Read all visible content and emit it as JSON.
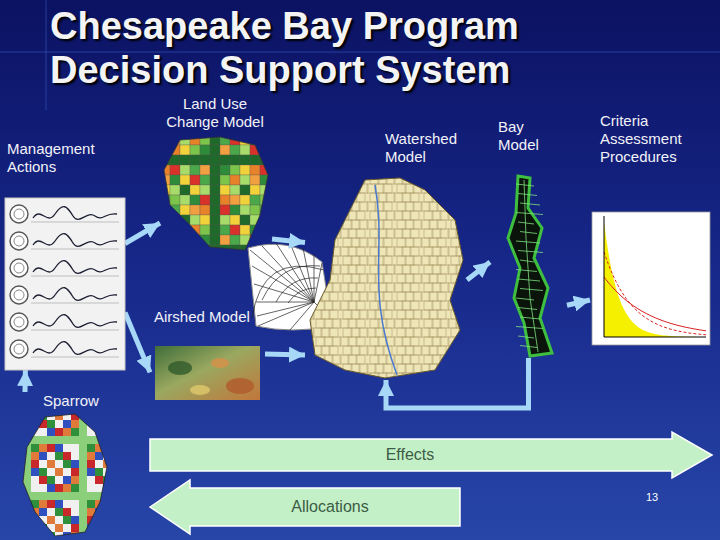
{
  "diagram": {
    "title": "Chesapeake Bay Program Decision Support System",
    "nodes": [
      {
        "text": [
          "Land Use Change Model"
        ]
      },
      {
        "text": [
          "Management Actions"
        ]
      },
      {
        "text": [
          "Watershed Model"
        ]
      },
      {
        "text": [
          "Bay Model"
        ]
      },
      {
        "text": [
          "Criteria Assessment Procedures"
        ]
      },
      {
        "text": [
          "Airshed Model"
        ]
      },
      {
        "text": [
          "Sparrow"
        ]
      },
      {
        "text": [
          "Effects"
        ]
      },
      {
        "text": [
          "Allocations"
        ]
      }
    ],
    "edges": [
      {
        "from": 1,
        "to": 0,
        "arrow": "to"
      },
      {
        "from": 1,
        "to": 5,
        "arrow": "to"
      },
      {
        "from": 0,
        "to": 2,
        "arrow": "to"
      },
      {
        "from": 5,
        "to": 2,
        "arrow": "to"
      },
      {
        "from": 2,
        "to": 3,
        "arrow": "to"
      },
      {
        "from": 3,
        "to": 4,
        "arrow": "to"
      },
      {
        "from": 3,
        "to": 2,
        "arrow": "to"
      },
      {
        "from": 6,
        "to": 1,
        "arrow": "to"
      }
    ],
    "labels": [
      "13"
    ]
  }
}
